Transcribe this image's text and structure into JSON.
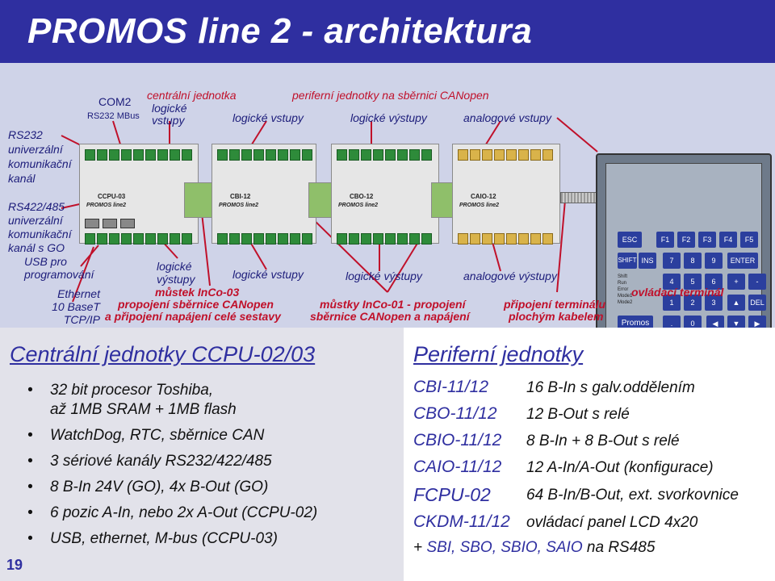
{
  "title": "PROMOS line 2 - architektura",
  "page_number": "19",
  "diagram": {
    "left_labels": {
      "rs232": [
        "RS232",
        "univerzální",
        "komunikační",
        "kanál"
      ],
      "rs422": [
        "RS422/485",
        "univerzální",
        "komunikační",
        "kanál s GO"
      ],
      "usb": [
        "USB pro",
        "programování"
      ],
      "ethernet": [
        "Ethernet",
        "10 BaseT",
        "TCP/IP"
      ]
    },
    "com2": "COM2",
    "com2_sub": "RS232 MBus",
    "top_labels": {
      "central_unit": "centrální jednotka",
      "logic_outputs_top": "logické",
      "logic_outputs_top2": "vstupy",
      "peripheral": "periferní jednotky na sběrnici CANopen",
      "logic_inputs": "logické vstupy",
      "logic_outputs": "logické výstupy",
      "analog_inputs": "analogové vstupy"
    },
    "bottom_labels": {
      "logic_out_1": "logické",
      "logic_out_1b": "výstupy",
      "logic_in": "logické vstupy",
      "logic_out_2": "logické výstupy",
      "analog_out": "analogové výstupy",
      "bridge_title": "můstek InCo-03",
      "bridge_desc1": "propojení sběrnice CANopen",
      "bridge_desc2": "a připojení napájení celé sestavy",
      "bridges_title": "můstky InCo-01 - propojení",
      "bridges_desc": "sběrnice CANopen a napájení",
      "terminal_conn1": "připojení terminálu",
      "terminal_conn2": "plochým kabelem",
      "terminal": "ovládací terminál"
    },
    "devices": {
      "ccpu": "CCPU-03",
      "cbi": "CBI-12",
      "cbo": "CBO-12",
      "caio": "CAIO-12",
      "brand": "PROMOS",
      "brand_sub": "line2"
    },
    "hmi_keys": {
      "row1": [
        "ESC",
        "F1",
        "F2",
        "F3",
        "F4",
        "F5"
      ],
      "row2": [
        "SHIFT",
        "INS",
        "7",
        "8",
        "9",
        "ENTER"
      ],
      "row3": [
        "4",
        "5",
        "6",
        "+",
        "-"
      ],
      "row4": [
        "1",
        "2",
        "3",
        "DEL"
      ],
      "row5": [
        "Promos",
        "0"
      ],
      "leds": [
        "Shift",
        "Run",
        "Error",
        "Mode1",
        "Mode2"
      ]
    }
  },
  "left_section": {
    "title": "Centrální jednotky CCPU-02/03",
    "bullet_symbol": "•",
    "bullets": [
      "32 bit procesor Toshiba,",
      "WatchDog, RTC, sběrnice CAN",
      "3 sériové kanály RS232/422/485",
      "8 B-In 24V (GO), 4x B-Out (GO)",
      "6 pozic  A-In, nebo 2x A-Out (CCPU-02)",
      "USB, ethernet, M-bus (CCPU-03)"
    ],
    "bullet1_line2": "až 1MB SRAM + 1MB flash"
  },
  "right_section": {
    "title": "Periferní jednotky",
    "items": [
      {
        "name": "CBI-11/12",
        "desc": "16 B-In s galv.oddělením"
      },
      {
        "name": "CBO-11/12",
        "desc": "12 B-Out s relé"
      },
      {
        "name": "CBIO-11/12",
        "desc": "8 B-In + 8 B-Out s relé"
      },
      {
        "name": "CAIO-11/12",
        "desc": "12 A-In/A-Out (konfigurace)"
      },
      {
        "name": "FCPU-02",
        "desc": "64 B-In/B-Out, ext. svorkovnice"
      },
      {
        "name": "CKDM-11/12",
        "desc": "ovládací panel LCD 4x20"
      }
    ],
    "footer_plus": "+",
    "footer_models": "SBI, SBO, SBIO, SAIO",
    "footer_na": "na",
    "footer_rs": "RS485"
  },
  "colors": {
    "title_bg": "#2f2fa0",
    "accent_red": "#c0102a",
    "navy": "#1c1c7a",
    "diagram_bg": "#cfd3e8"
  }
}
